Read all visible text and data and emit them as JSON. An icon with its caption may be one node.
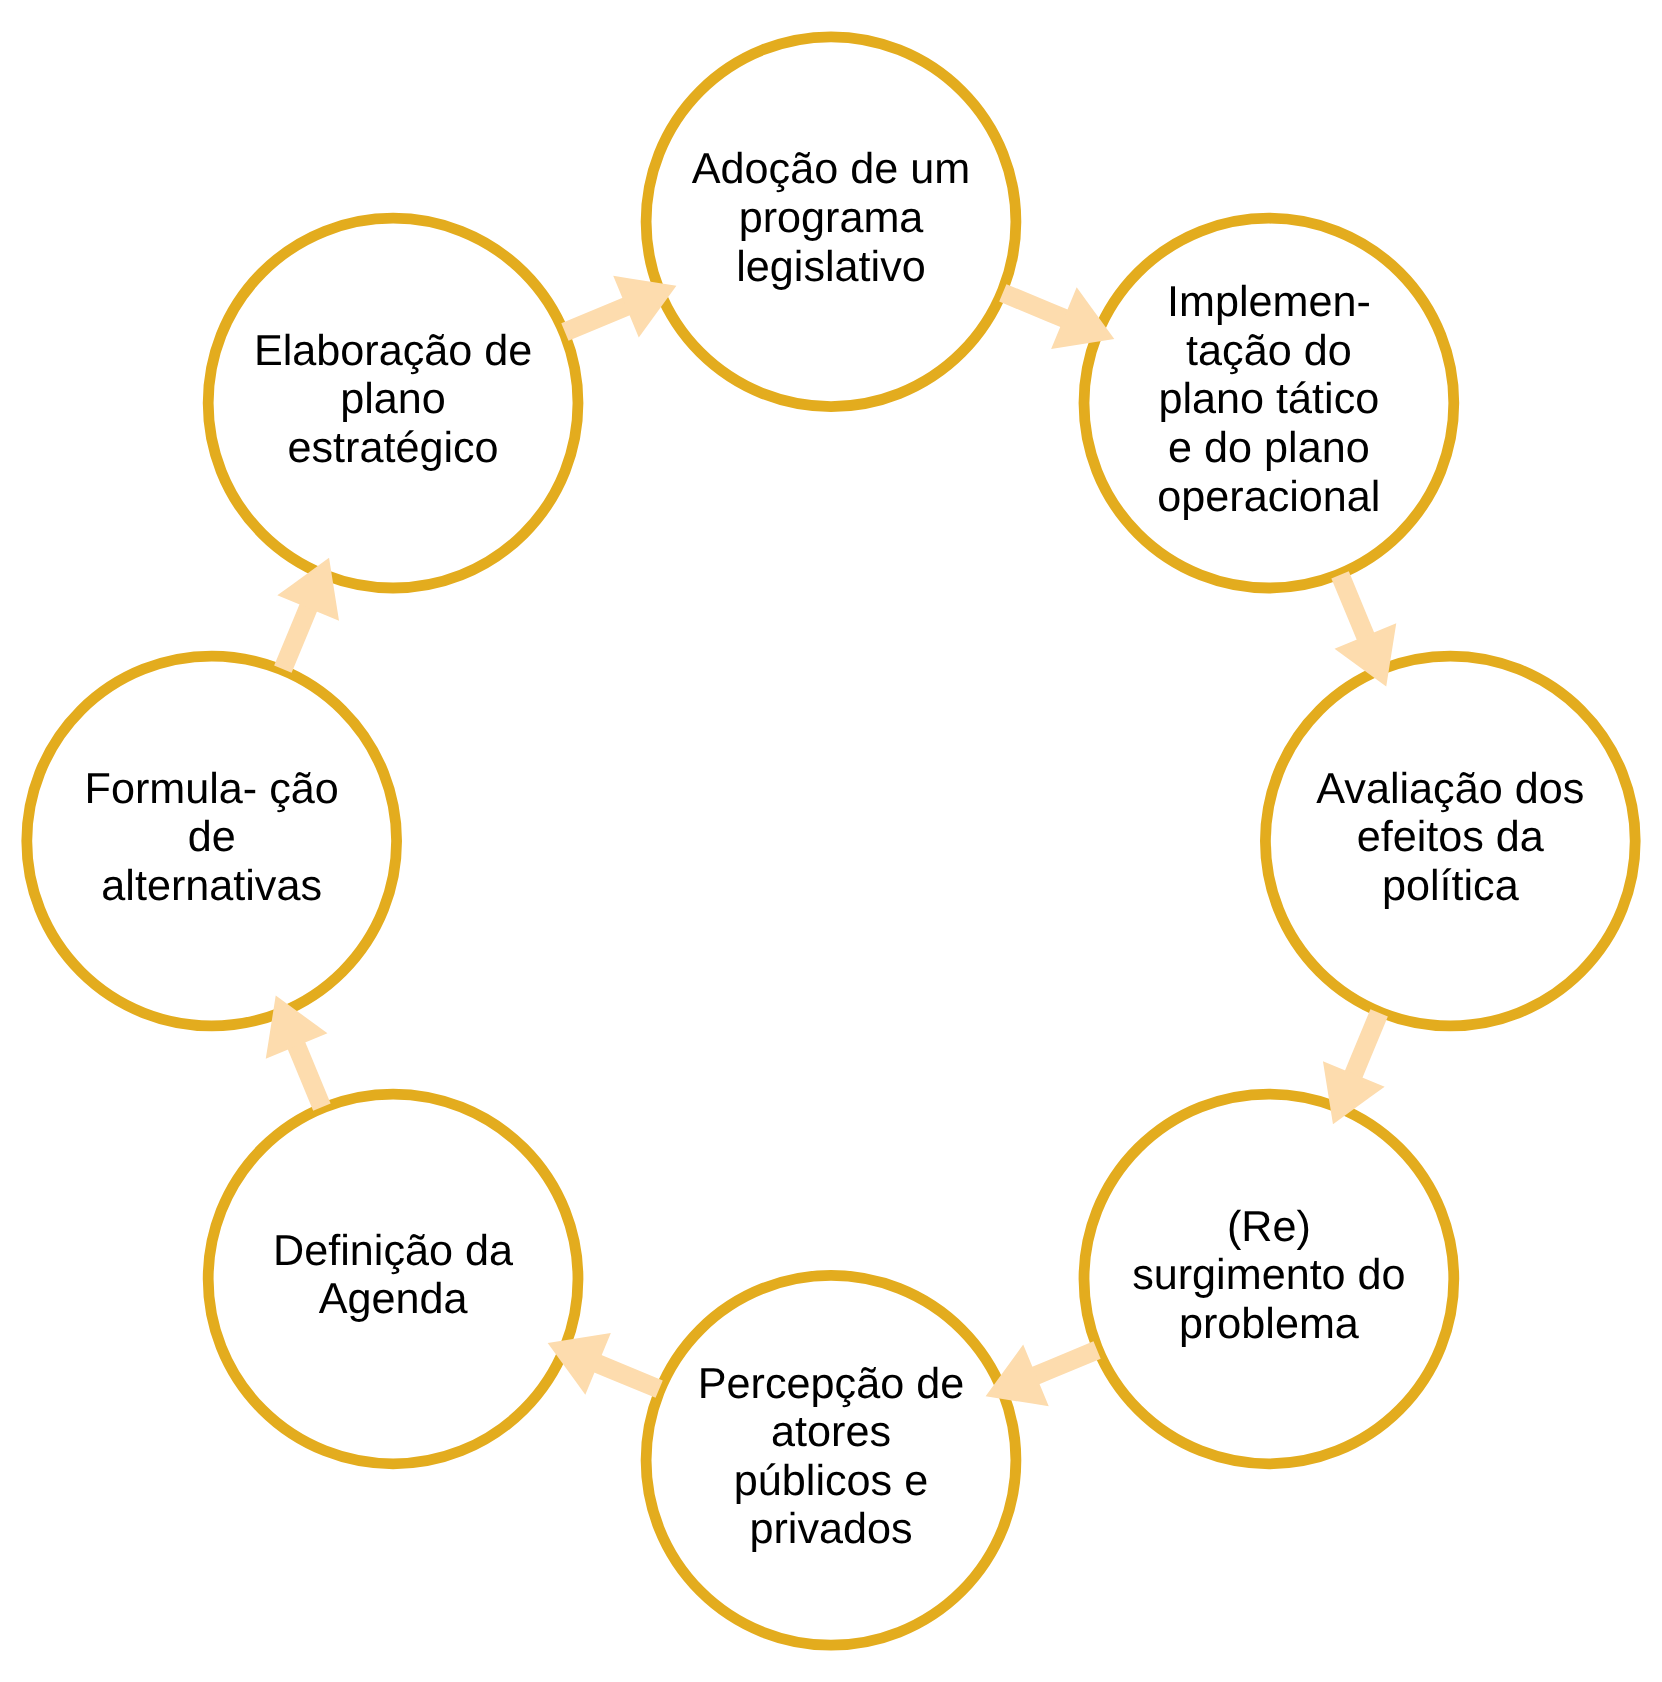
{
  "diagram": {
    "nodes": [
      {
        "text": [
          "(Re) surgimento do problema"
        ]
      },
      {
        "text": [
          "Percepção de atores públicos e privados"
        ]
      },
      {
        "text": [
          "Definição da Agenda"
        ]
      },
      {
        "text": [
          "Formula- ção de alternativas"
        ]
      },
      {
        "text": [
          "Elaboração de plano estratégico"
        ]
      },
      {
        "text": [
          "Adoção de um programa legislativo"
        ]
      },
      {
        "text": [
          "Implemen- tação do plano tático e do plano operacional"
        ]
      },
      {
        "text": [
          "Avaliação dos efeitos da política"
        ]
      }
    ],
    "edges": [
      {
        "from": 0,
        "to": 1,
        "arrow": "to"
      },
      {
        "from": 1,
        "to": 2,
        "arrow": "to"
      },
      {
        "from": 2,
        "to": 3,
        "arrow": "to"
      },
      {
        "from": 3,
        "to": 4,
        "arrow": "to"
      },
      {
        "from": 4,
        "to": 5,
        "arrow": "to"
      },
      {
        "from": 5,
        "to": 6,
        "arrow": "to"
      },
      {
        "from": 6,
        "to": 7,
        "arrow": "to"
      },
      {
        "from": 7,
        "to": 0,
        "arrow": "to"
      }
    ]
  }
}
